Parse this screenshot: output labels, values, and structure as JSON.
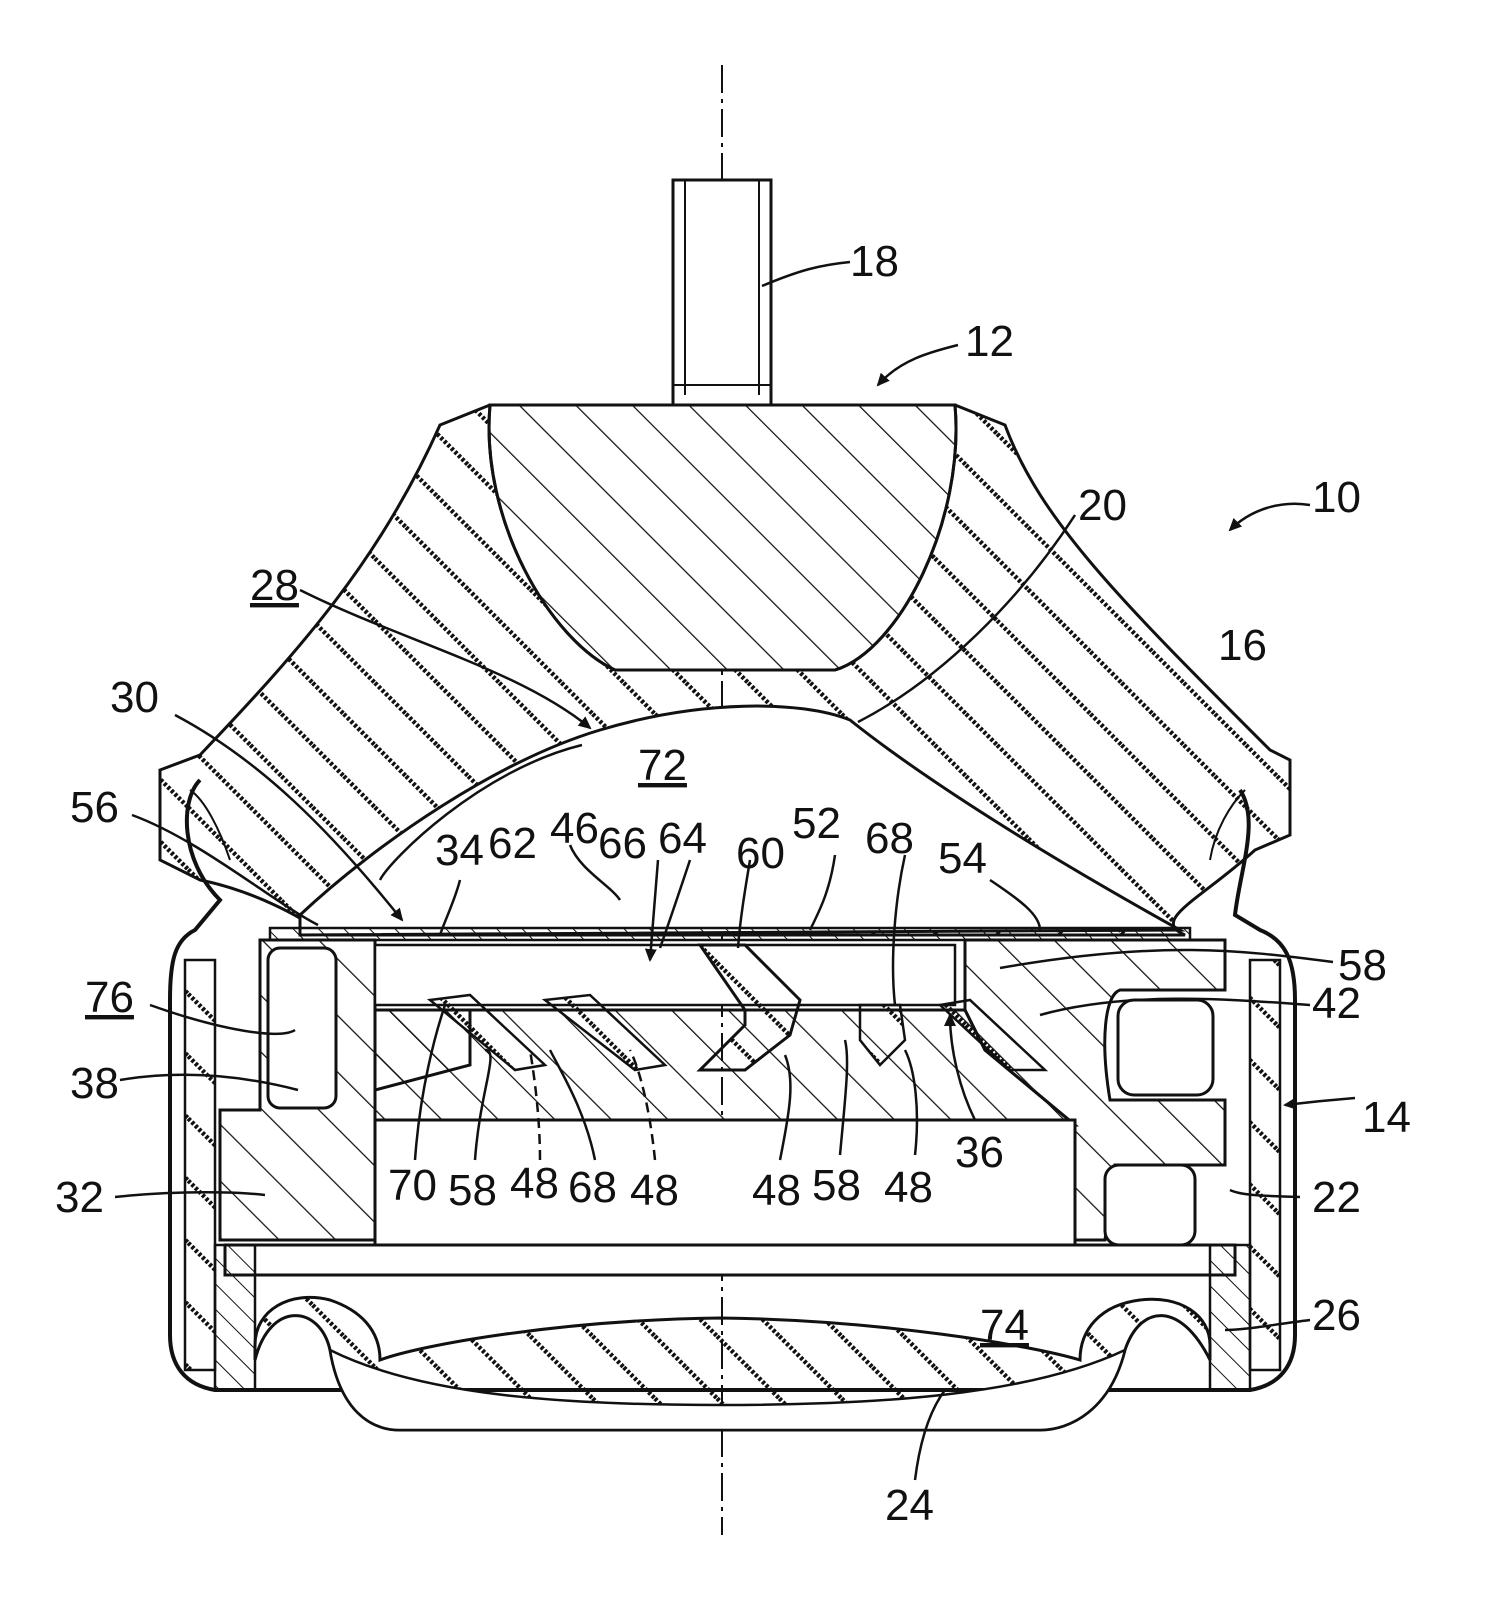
{
  "diagram": {
    "accent_color": "#111111",
    "labels": [
      {
        "id": "n18",
        "text": "18"
      },
      {
        "id": "n12",
        "text": "12"
      },
      {
        "id": "n10",
        "text": "10"
      },
      {
        "id": "n20",
        "text": "20"
      },
      {
        "id": "n16",
        "text": "16"
      },
      {
        "id": "n28",
        "text": "28"
      },
      {
        "id": "n72",
        "text": "72"
      },
      {
        "id": "n30",
        "text": "30"
      },
      {
        "id": "n56",
        "text": "56"
      },
      {
        "id": "n46",
        "text": "46"
      },
      {
        "id": "n34",
        "text": "34"
      },
      {
        "id": "n62",
        "text": "62"
      },
      {
        "id": "n66",
        "text": "66"
      },
      {
        "id": "n64",
        "text": "64"
      },
      {
        "id": "n60",
        "text": "60"
      },
      {
        "id": "n52",
        "text": "52"
      },
      {
        "id": "n68a",
        "text": "68"
      },
      {
        "id": "n54",
        "text": "54"
      },
      {
        "id": "n58a",
        "text": "58"
      },
      {
        "id": "n76",
        "text": "76"
      },
      {
        "id": "n42",
        "text": "42"
      },
      {
        "id": "n38",
        "text": "38"
      },
      {
        "id": "n14",
        "text": "14"
      },
      {
        "id": "n70",
        "text": "70"
      },
      {
        "id": "n58b",
        "text": "58"
      },
      {
        "id": "n48a",
        "text": "48"
      },
      {
        "id": "n68b",
        "text": "68"
      },
      {
        "id": "n48b",
        "text": "48"
      },
      {
        "id": "n48c",
        "text": "48"
      },
      {
        "id": "n58c",
        "text": "58"
      },
      {
        "id": "n48d",
        "text": "48"
      },
      {
        "id": "n36",
        "text": "36"
      },
      {
        "id": "n32",
        "text": "32"
      },
      {
        "id": "n22",
        "text": "22"
      },
      {
        "id": "n74",
        "text": "74"
      },
      {
        "id": "n26",
        "text": "26"
      },
      {
        "id": "n24",
        "text": "24"
      }
    ]
  }
}
